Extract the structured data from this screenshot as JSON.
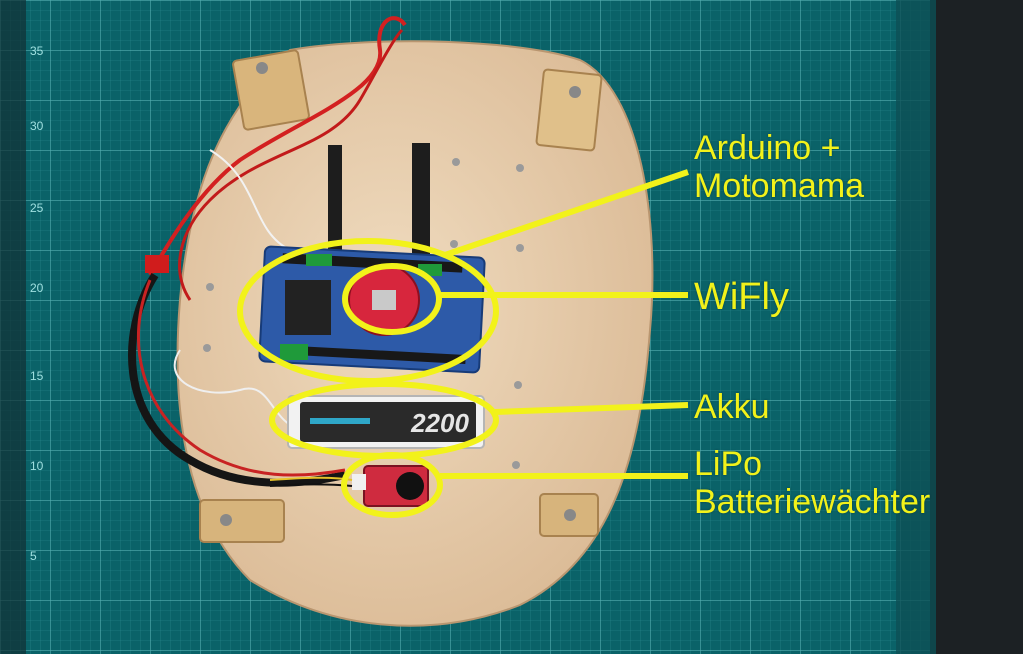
{
  "colors": {
    "mat": "#0b6a70",
    "grid": "#4fb3b5",
    "wood": "#e8cfb0",
    "annotation": "#f2f21a",
    "pcb": "#2d5aa8",
    "wifly": "#d7263d"
  },
  "photo": {
    "subject": "robot chassis on cutting mat",
    "ruler_numbers": [
      "35",
      "30",
      "25",
      "20",
      "15",
      "10",
      "5"
    ],
    "battery_print": "2200"
  },
  "labels": {
    "arduino": {
      "line1": "Arduino +",
      "line2": "Motomama"
    },
    "wifly": "WiFly",
    "akku": "Akku",
    "lipo": {
      "line1": "LiPo",
      "line2": "Batteriewächter"
    }
  }
}
